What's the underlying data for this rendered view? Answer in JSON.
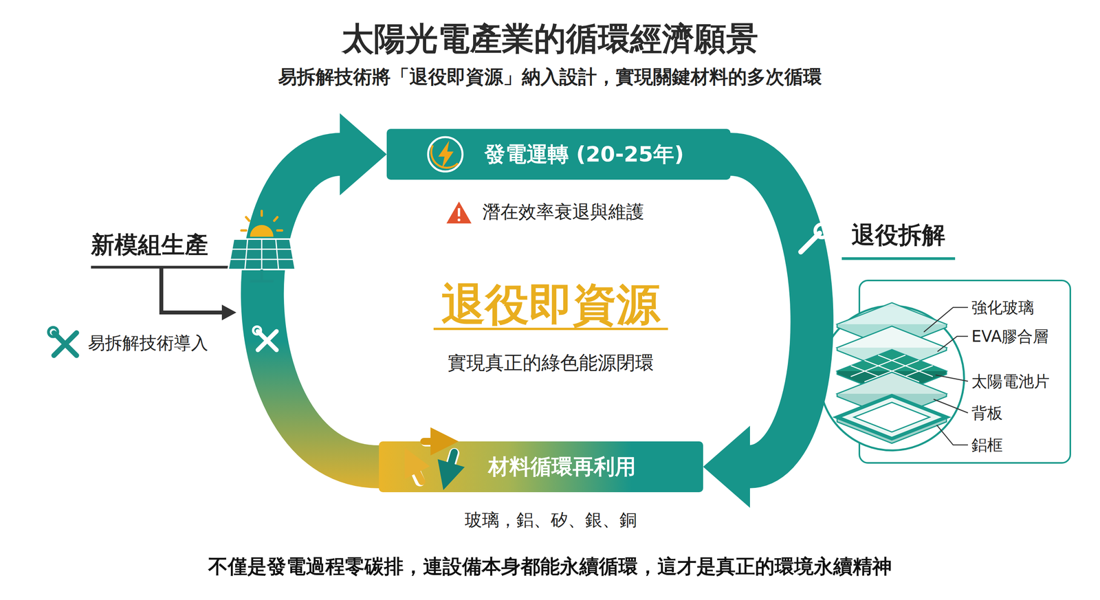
{
  "diagram": {
    "title": "太陽光電產業的循環經濟願景",
    "caption": "不僅是發電過程零碳排，連設備本身都能永續循環，這才是真正的環境永續精神",
    "nodes": [
      {
        "text": [
          "發電運轉 (20-25年)"
        ]
      },
      {
        "text": [
          "材料循環再利用"
        ]
      }
    ],
    "edges": [
      {
        "from": 0,
        "to": 1,
        "arrow": "to"
      },
      {
        "from": 1,
        "to": 0,
        "arrow": "to"
      }
    ],
    "labels": [
      "易拆解技術將「退役即資源」納入設計，實現關鍵材料的多次循環",
      "潛在效率衰退與維護",
      "新模組生產",
      "易拆解技術導入",
      "退役即資源",
      "實現真正的綠色能源閉環",
      "退役拆解",
      "強化玻璃",
      "EVA膠合層",
      "太陽電池片",
      "背板",
      "鋁框",
      "玻璃，鋁、矽、銀、銅"
    ]
  }
}
